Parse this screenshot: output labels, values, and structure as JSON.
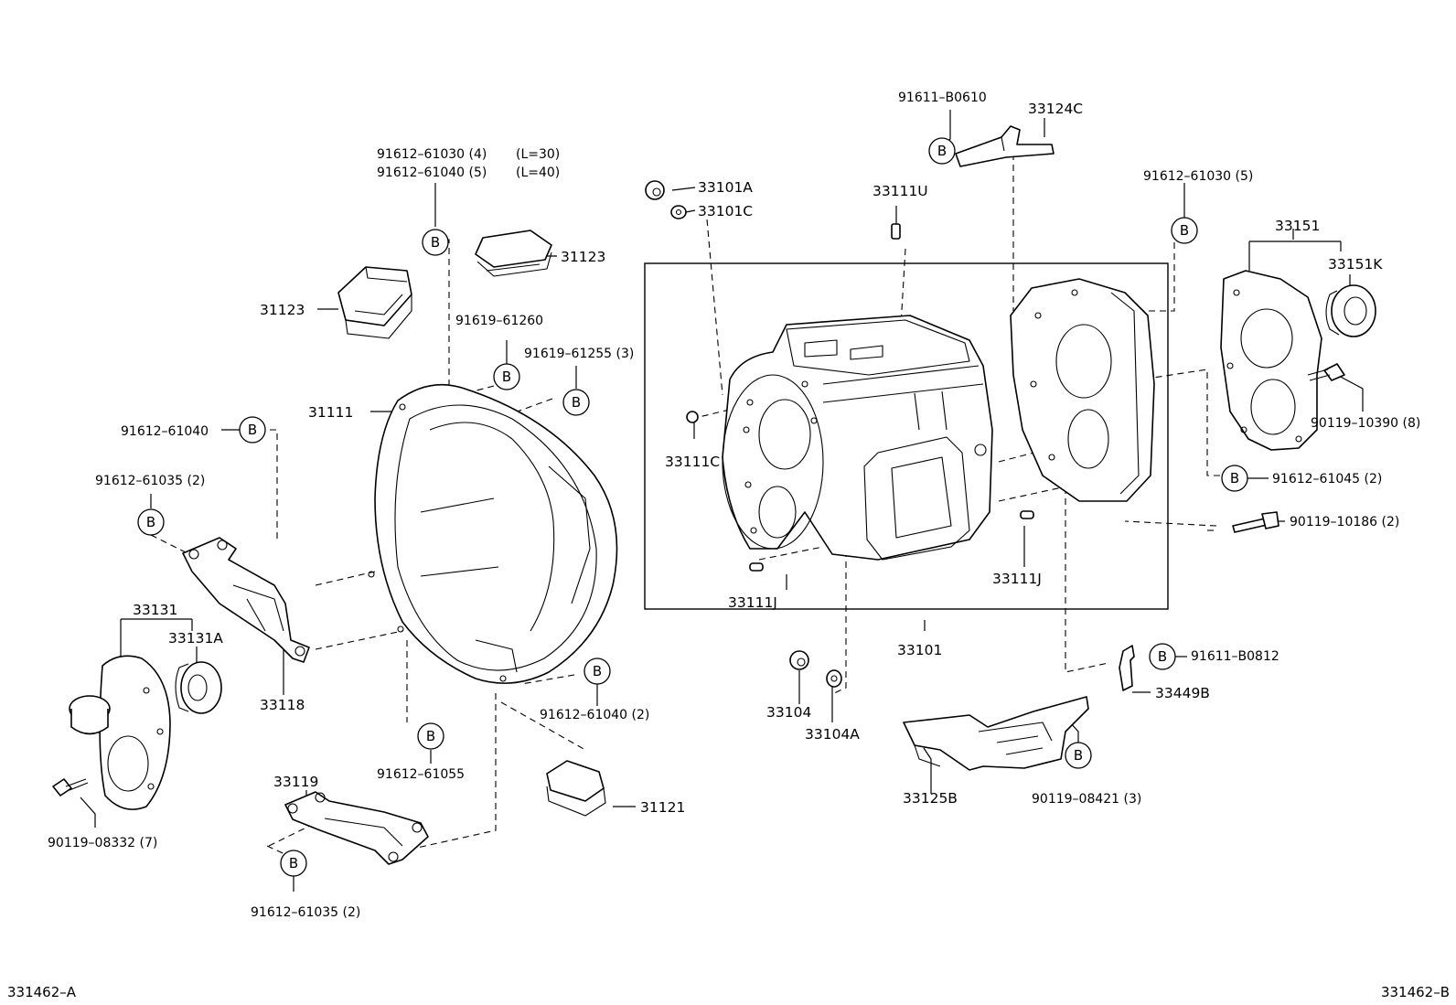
{
  "corners": {
    "left": "331462–A",
    "right": "331462–B"
  },
  "labels": {
    "p_91612_61030_4": "91612–61030 (4)",
    "p_l30": "(L=30)",
    "p_91612_61040_5": "91612–61040 (5)",
    "p_l40": "(L=40)",
    "p_31123_right": "31123",
    "p_31123_left": "31123",
    "p_91619_61260": "91619–61260",
    "p_91619_61255_3": "91619–61255 (3)",
    "p_31111": "31111",
    "p_91612_61040": "91612–61040",
    "p_91612_61035_2_top": "91612–61035 (2)",
    "p_33131": "33131",
    "p_33131A": "33131A",
    "p_33118": "33118",
    "p_90119_08332_7": "90119–08332 (7)",
    "p_33119": "33119",
    "p_91612_61035_2_bottom": "91612–61035 (2)",
    "p_91612_61055": "91612–61055",
    "p_91612_61040_2": "91612–61040 (2)",
    "p_31121": "31121",
    "p_33101A": "33101A",
    "p_33101C": "33101C",
    "p_33111U": "33111U",
    "p_91611_B0610": "91611–B0610",
    "p_33124C": "33124C",
    "p_91612_61030_5": "91612–61030 (5)",
    "p_33151": "33151",
    "p_33151K": "33151K",
    "p_90119_10390_8": "90119–10390 (8)",
    "p_33111C": "33111C",
    "p_91612_61045_2": "91612–61045 (2)",
    "p_90119_10186_2": "90119–10186 (2)",
    "p_33111J_left": "33111J",
    "p_33111J_right": "33111J",
    "p_33101": "33101",
    "p_33104": "33104",
    "p_33104A": "33104A",
    "p_91611_B0812": "91611–B0812",
    "p_33449B": "33449B",
    "p_33125B": "33125B",
    "p_90119_08421_3": "90119–08421 (3)"
  },
  "callout_letter": "B"
}
